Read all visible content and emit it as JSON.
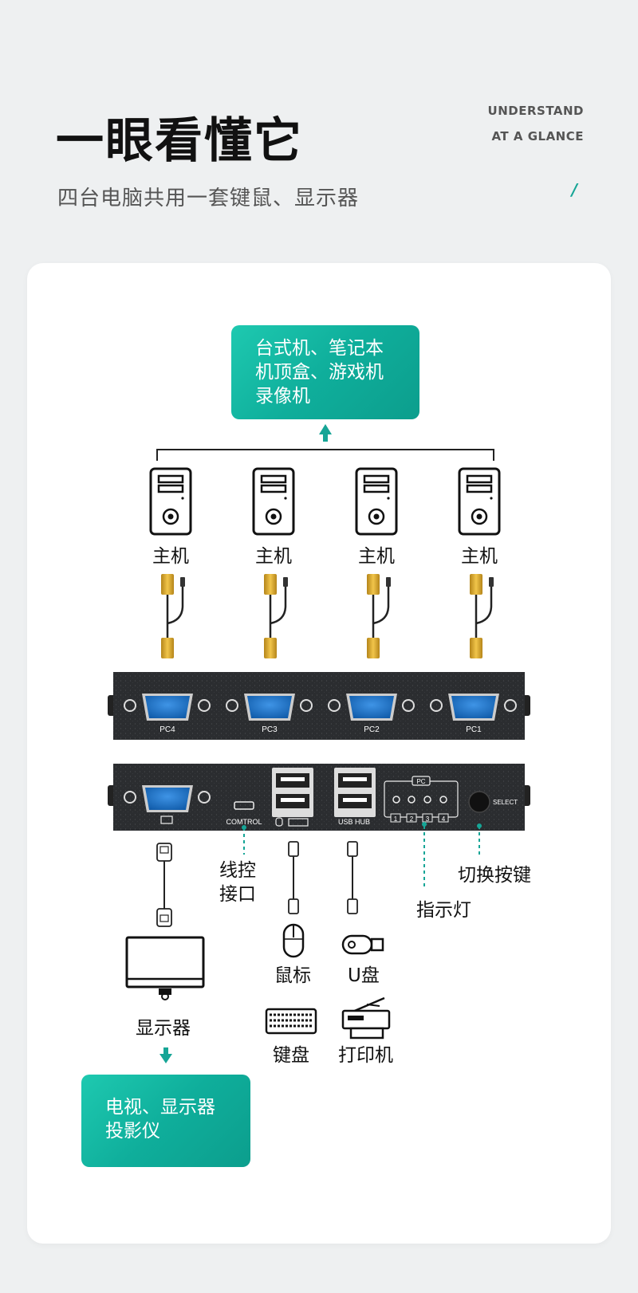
{
  "header": {
    "title": "一眼看懂它",
    "english_line1": "UNDERSTAND",
    "english_line2": "AT A GLANCE",
    "subtitle": "四台电脑共用一套键鼠、显示器",
    "slash": "/"
  },
  "top_box": {
    "lines": [
      "台式机、笔记本",
      "机顶盒、游戏机",
      "录像机"
    ]
  },
  "hosts": [
    {
      "label": "主机"
    },
    {
      "label": "主机"
    },
    {
      "label": "主机"
    },
    {
      "label": "主机"
    }
  ],
  "device_front": {
    "ports": [
      "PC4",
      "PC3",
      "PC2",
      "PC1"
    ]
  },
  "device_back": {
    "control_label": "COMTROL",
    "usb_hub_label": "USB HUB",
    "pc_label": "PC",
    "indicator_numbers": [
      "1",
      "2",
      "3",
      "4"
    ],
    "select_label": "SELECT"
  },
  "callouts": {
    "wire_control": [
      "线控",
      "接口"
    ],
    "indicator": "指示灯",
    "switch_button": "切换按键"
  },
  "peripherals": {
    "monitor": "显示器",
    "mouse": "鼠标",
    "usb_drive": "U盘",
    "keyboard": "键盘",
    "printer": "打印机"
  },
  "bottom_box": {
    "lines": [
      "电视、显示器",
      "投影仪"
    ]
  },
  "colors": {
    "accent": "#16a596",
    "device": "#2b2d30",
    "vga_blue": "#1f74c9",
    "connector_gold": "#d9a82a"
  }
}
